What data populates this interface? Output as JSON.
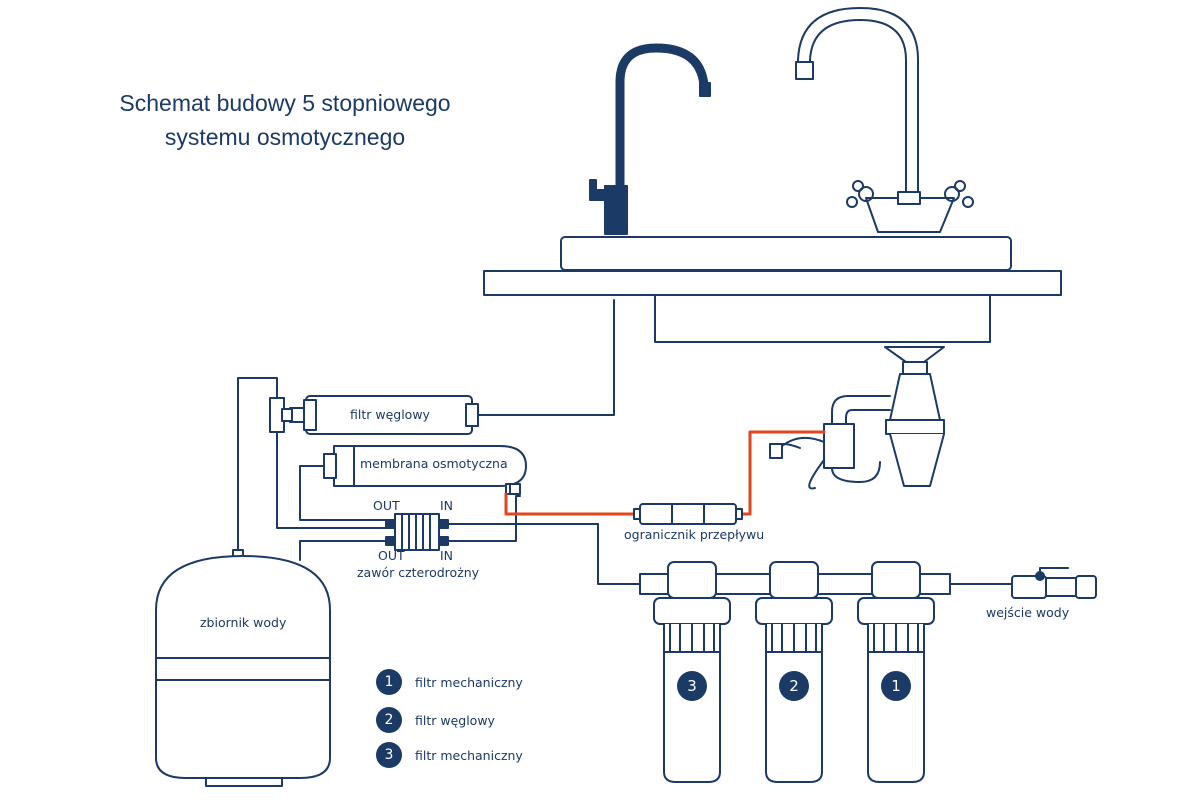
{
  "title": {
    "line1": "Schemat budowy 5 stopniowego",
    "line2": "systemu osmotycznego"
  },
  "labels": {
    "carbon_filter": "filtr węglowy",
    "membrane": "membrana osmotyczna",
    "valve_out_top": "OUT",
    "valve_in_top": "IN",
    "valve_out_bottom": "OUT",
    "valve_in_bottom": "IN",
    "four_way_valve": "zawór czterodrożny",
    "flow_restrictor": "ogranicznik przepływu",
    "water_tank": "zbiornik wody",
    "water_inlet": "wejście wody"
  },
  "housings": [
    "3",
    "2",
    "1"
  ],
  "legend": [
    {
      "number": "1",
      "text": "filtr mechaniczny"
    },
    {
      "number": "2",
      "text": "filtr węglowy"
    },
    {
      "number": "3",
      "text": "filtr mechaniczny"
    }
  ],
  "colors": {
    "line": "#1b3a66",
    "drain_line": "#e2461e",
    "background": "#ffffff"
  }
}
